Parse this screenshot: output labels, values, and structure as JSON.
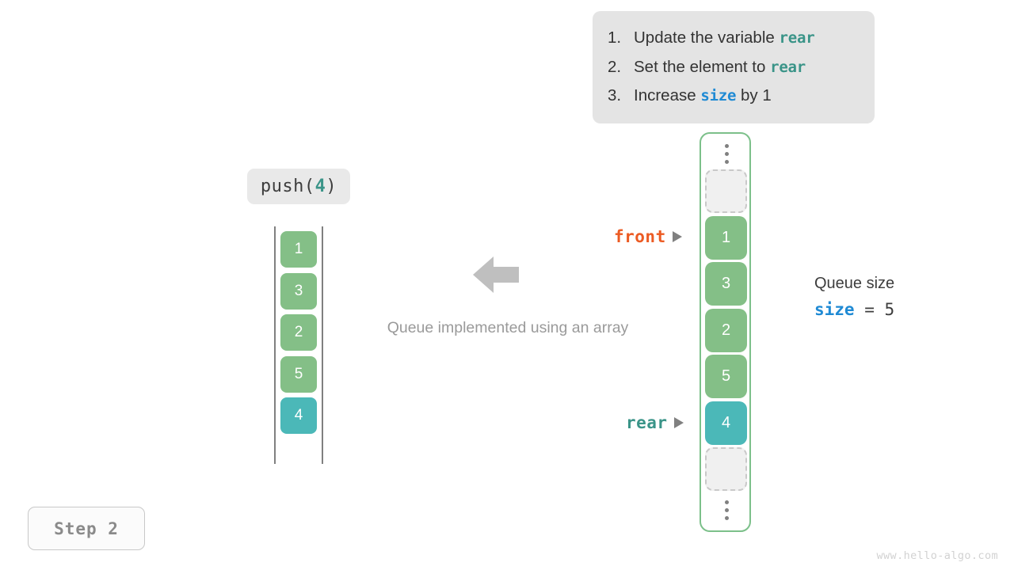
{
  "instructions": {
    "items": [
      {
        "num": "1.",
        "pre": "Update the variable ",
        "kw": "rear",
        "kw_type": "rear",
        "post": ""
      },
      {
        "num": "2.",
        "pre": "Set the element to ",
        "kw": "rear",
        "kw_type": "rear",
        "post": ""
      },
      {
        "num": "3.",
        "pre": "Increase ",
        "kw": "size",
        "kw_type": "size",
        "post": " by 1"
      }
    ]
  },
  "operation": {
    "name": "push(",
    "arg": "4",
    "close": ")"
  },
  "logical_queue": {
    "values": [
      "1",
      "3",
      "2",
      "5",
      "4"
    ],
    "highlight_index": 4
  },
  "caption": "Queue implemented using an array",
  "array_queue": {
    "top_dots": "vertical-ellipsis",
    "bottom_dots": "vertical-ellipsis",
    "slots": [
      {
        "value": "",
        "state": "empty"
      },
      {
        "value": "1",
        "state": "filled"
      },
      {
        "value": "3",
        "state": "filled"
      },
      {
        "value": "2",
        "state": "filled"
      },
      {
        "value": "5",
        "state": "filled"
      },
      {
        "value": "4",
        "state": "highlight"
      },
      {
        "value": "",
        "state": "empty"
      }
    ]
  },
  "pointers": {
    "front": "front",
    "rear": "rear"
  },
  "size_readout": {
    "title": "Queue size",
    "var": "size",
    "expr": " =  5"
  },
  "step_badge": "Step 2",
  "watermark": "www.hello-algo.com",
  "colors": {
    "green": "#84bf87",
    "teal": "#4bb8b8",
    "rear_text": "#3a9488",
    "size_text": "#1f8ad4",
    "front_text": "#ec5b23",
    "container_border": "#7cc08a",
    "card_bg": "#e4e4e4",
    "muted": "#9a9a9a"
  }
}
